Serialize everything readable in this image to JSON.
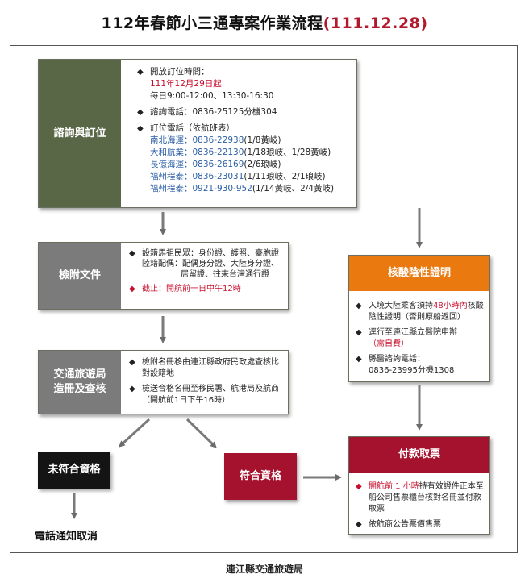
{
  "title": "112年春節小三通專案作業流程",
  "title_date": "(111.12.28)",
  "consult": {
    "label": "諮詢與訂位",
    "open_label": "開放訂位時間：",
    "open_date": "111年12月29日起",
    "open_hours": "每日9:00-12:00、13:30-16:30",
    "phone": "諮詢電話：0836-25125分機304",
    "booking_label": "訂位電話（依航班表）",
    "lines": [
      {
        "company": "南北海運：0836-22938",
        "note": "(1/8黃岐)"
      },
      {
        "company": "大和航業：0836-22130",
        "note": "(1/18琅岐、1/28黃岐)"
      },
      {
        "company": "長億海運：0836-26169",
        "note": "(2/6琅岐)"
      },
      {
        "company": "福州程泰：0836-23031",
        "note": "(1/11琅岐、2/1琅岐)"
      },
      {
        "company": "福州程泰：0921-930-952",
        "note": "(1/14黃岐、2/4黃岐)"
      }
    ]
  },
  "docs": {
    "label": "檢附文件",
    "item1_line1": "設籍馬祖民眾：身份證、護照、臺胞證",
    "item1_line2": "陸籍配偶：配偶身分證、大陸身分證、",
    "item1_line3": "居留證、往來台灣通行證",
    "deadline": "截止：開航前一日中午12時"
  },
  "travel": {
    "label_line1": "交通旅遊局",
    "label_line2": "造冊及查核",
    "item1": "檢附名冊移由連江縣政府民政處查核比對設籍地",
    "item2": "檢送合格名冊至移民署、航港局及航商（開航前1日下午16時）"
  },
  "pcr": {
    "label": "核酸陰性證明",
    "item1_pre": "入境大陸乘客須持",
    "item1_hl": "48小時內",
    "item1_post": "核酸陰性證明（否則原船返回）",
    "item2": "逕行至連江縣立醫院申辦",
    "item2_note": "（需自費）",
    "item3": "縣醫諮詢電話：",
    "item3_phone": "0836-23995分機1308"
  },
  "not_qualified": {
    "label": "未符合資格",
    "result": "電話通知取消"
  },
  "qualified": {
    "label": "符合資格"
  },
  "payment": {
    "label": "付款取票",
    "item1_hl": "開航前 1 小時",
    "item1_post": "持有效證件正本至船公司售票櫃台核對名冊並付款取票",
    "item2": "依航商公告票價售票"
  },
  "bullet": "◆",
  "footer": "連江縣交通旅遊局",
  "colors": {
    "consult": "#5a6746",
    "docs": "#7b7b7b",
    "travel": "#7b7b7b",
    "pcr": "#ea7a10",
    "payment": "#a4122e",
    "qualified": "#a4122e",
    "not_qualified": "#141414",
    "highlight": "#c8102e",
    "phone_link": "#2b5ea6"
  }
}
